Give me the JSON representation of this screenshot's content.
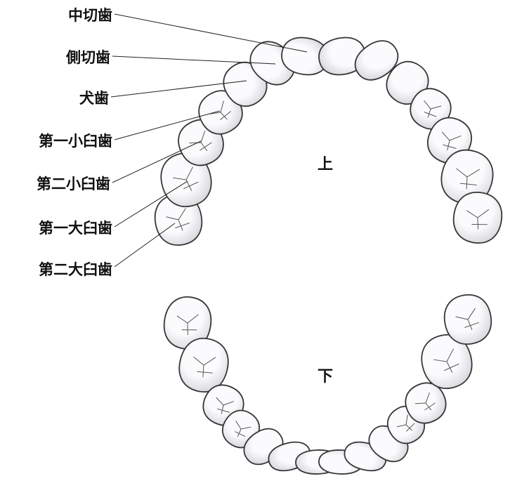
{
  "labels": [
    "中切歯",
    "側切歯",
    "犬歯",
    "第一小臼歯",
    "第二小臼歯",
    "第一大臼歯",
    "第二大臼歯"
  ],
  "jaws": {
    "upper": "上",
    "lower": "下"
  },
  "colors": {
    "tooth_fill": "#fbfbfd",
    "tooth_outline": "#3a3436",
    "shade": "#d8d6dc",
    "leader": "#222222"
  }
}
